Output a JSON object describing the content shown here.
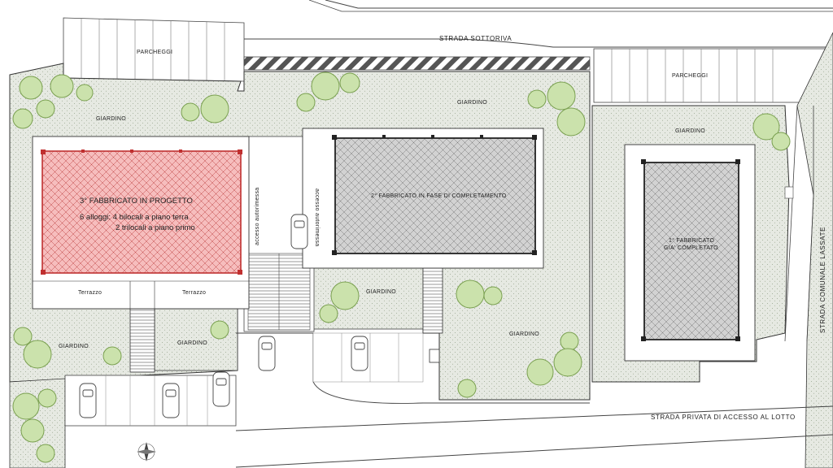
{
  "labels": {
    "strada_sottoriva": "STRADA  SOTTORIVA",
    "strada_comunale": "STRADA  COMUNALE LASSATE",
    "strada_privata": "STRADA PRIVATA DI ACCESSO AL LOTTO",
    "parcheggi": "PARCHEGGI",
    "giardino": "GIARDINO",
    "terrazzo": "Terrazzo",
    "accesso_autorimessa": "accesso autorimessa",
    "building3_title": "3° FABBRICATO IN PROGETTO",
    "building3_line1": "6 alloggi: 4 bilocali a piano terra",
    "building3_line2": "2 trilocali a piano primo",
    "building2_title": "2° FABBRICATO IN FASE DI COMPLETAMENTO",
    "building1_line1": "1° FABBRICATO",
    "building1_line2": "GIA' COMPLETATO"
  },
  "colors": {
    "garden": "#e4e8e0",
    "tree": "#c8e0a8",
    "tree_stroke": "#7aa050",
    "building_new": "#f4b8b8",
    "building_new_border": "#c03030",
    "building_gray": "#cfcfcf",
    "line": "#333333",
    "hatch": "#666666"
  },
  "icons": {
    "compass": "compass-rose-icon",
    "car": "car-icon"
  }
}
